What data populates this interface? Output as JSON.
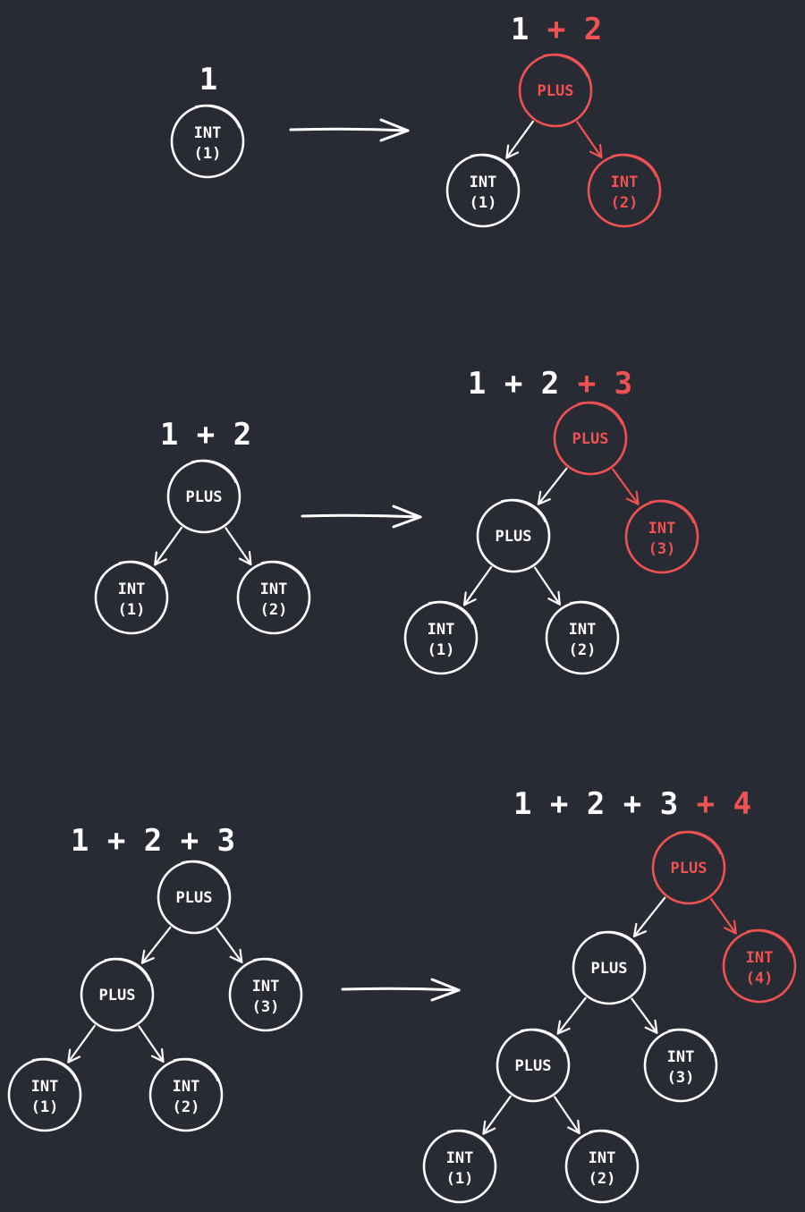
{
  "colors": {
    "background": "#282a34",
    "base": "#ffffff",
    "highlight": "#f05252"
  },
  "node_labels": {
    "int": "INT",
    "plus": "PLUS",
    "one": "(1)",
    "two": "(2)",
    "three": "(3)",
    "four": "(4)"
  },
  "rows": [
    {
      "before": {
        "expression": [
          {
            "text": "1",
            "highlight": false
          }
        ]
      },
      "after": {
        "expression": [
          {
            "text": "1",
            "highlight": false
          },
          {
            "text": "+ 2",
            "highlight": true
          }
        ]
      }
    },
    {
      "before": {
        "expression": [
          {
            "text": "1 + 2",
            "highlight": false
          }
        ]
      },
      "after": {
        "expression": [
          {
            "text": "1 + 2",
            "highlight": false
          },
          {
            "text": "+ 3",
            "highlight": true
          }
        ]
      }
    },
    {
      "before": {
        "expression": [
          {
            "text": "1 + 2 + 3",
            "highlight": false
          }
        ]
      },
      "after": {
        "expression": [
          {
            "text": "1 + 2 + 3",
            "highlight": false
          },
          {
            "text": "+ 4",
            "highlight": true
          }
        ]
      }
    }
  ]
}
